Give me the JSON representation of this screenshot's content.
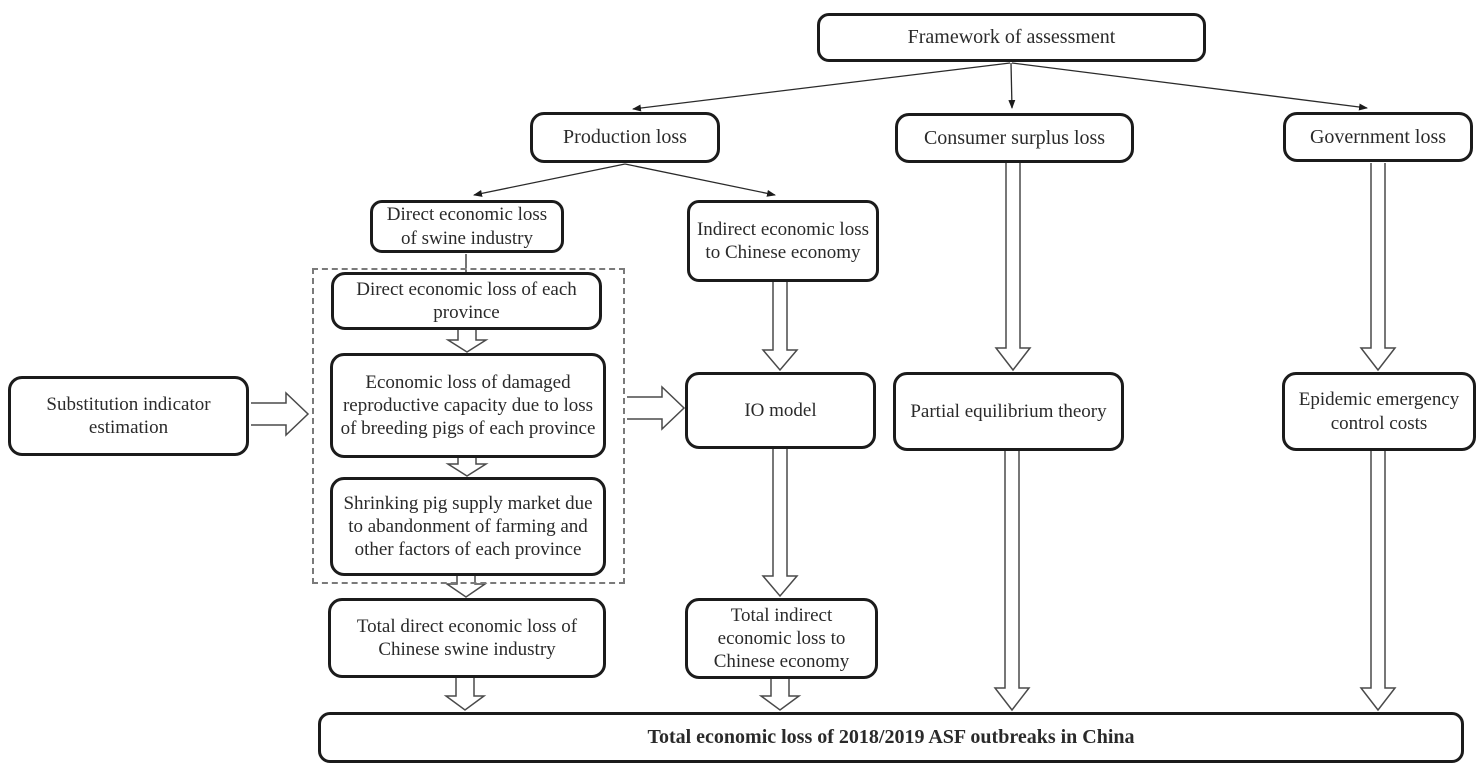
{
  "diagram": {
    "title": "Framework of assessment",
    "colors": {
      "box_border": "#1b1b1b",
      "arrow_outline": "#4a4a4a",
      "background": "#ffffff",
      "text": "#2a2a2a"
    },
    "nodes": {
      "framework": {
        "label": "Framework of assessment"
      },
      "production_loss": {
        "label": "Production loss"
      },
      "consumer_surplus_loss": {
        "label": "Consumer surplus loss"
      },
      "government_loss": {
        "label": "Government loss"
      },
      "direct_swine_loss": {
        "label": "Direct economic loss of swine industry"
      },
      "indirect_chinese_loss": {
        "label": "Indirect economic loss to Chinese economy"
      },
      "province_direct_loss": {
        "label": "Direct economic loss of each province"
      },
      "reproductive_loss": {
        "label": "Economic loss of damaged reproductive capacity due to loss of breeding pigs of each province"
      },
      "shrinking_supply": {
        "label": "Shrinking pig supply market due to abandonment of farming and other factors of each province"
      },
      "substitution_indicator": {
        "label": "Substitution indicator estimation"
      },
      "io_model": {
        "label": "IO model"
      },
      "partial_equilibrium": {
        "label": "Partial equilibrium theory"
      },
      "epidemic_costs": {
        "label": "Epidemic emergency control costs"
      },
      "total_direct_loss": {
        "label": "Total direct economic loss of Chinese swine industry"
      },
      "total_indirect_loss": {
        "label": "Total indirect economic loss to Chinese economy"
      },
      "total_loss": {
        "label": "Total economic loss of 2018/2019 ASF outbreaks in China"
      }
    }
  }
}
